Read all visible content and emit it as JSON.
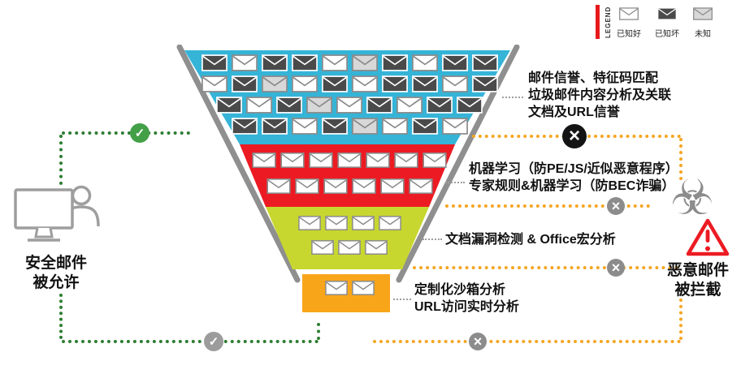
{
  "legend": {
    "title": "LEGEND",
    "items": [
      {
        "label": "已知好",
        "type": "good"
      },
      {
        "label": "已知坏",
        "type": "bad"
      },
      {
        "label": "未知",
        "type": "unknown"
      }
    ]
  },
  "markers": {
    "check": "✓",
    "cross": "×"
  },
  "icons": {
    "biohazard": "☣"
  },
  "colors": {
    "cyan": "#35b4d7",
    "red": "#ec1b23",
    "lime": "#c7d730",
    "orange": "#f9a51a",
    "envelope_good": "#ffffff",
    "envelope_bad": "#4a4a4a",
    "envelope_unknown": "#d8d8d8",
    "green_path": "#2e7d32",
    "orange_path": "#f5a623",
    "check_green": "#43a047",
    "check_gray": "#9c9c9c",
    "cross_gray": "#8c8c8c",
    "cross_black": "#141414",
    "legend_bar": "#e8191c",
    "wall_gray": "#8f8f8f",
    "icon_gray": "#8c8c8c"
  },
  "funnel": {
    "layers": [
      {
        "id": "reputation",
        "color_key": "cyan",
        "env_size": 32,
        "rows": [
          [
            "bad",
            "good",
            "bad",
            "bad",
            "good",
            "unknown",
            "bad",
            "good",
            "bad",
            "bad"
          ],
          [
            "good",
            "bad",
            "unknown",
            "good",
            "bad",
            "good",
            "bad",
            "bad",
            "good",
            "bad"
          ],
          [
            "bad",
            "good",
            "bad",
            "unknown",
            "good",
            "bad",
            "good",
            "bad",
            "bad"
          ],
          [
            "bad",
            "bad",
            "good",
            "bad",
            "unknown",
            "good",
            "bad",
            "good"
          ]
        ]
      },
      {
        "id": "machine-learning",
        "color_key": "red",
        "env_size": 30,
        "rows": [
          [
            "good",
            "good",
            "good",
            "good",
            "good",
            "good",
            "good"
          ],
          [
            "good",
            "good",
            "good",
            "good",
            "good",
            "good"
          ]
        ]
      },
      {
        "id": "doc-exploit",
        "color_key": "lime",
        "env_size": 28,
        "rows": [
          [
            "good",
            "good",
            "good",
            "good"
          ],
          [
            "good",
            "good",
            "good"
          ]
        ]
      },
      {
        "id": "sandbox",
        "color_key": "orange",
        "env_size": 28,
        "rows": [
          [
            "good",
            "good"
          ]
        ]
      }
    ]
  },
  "annotations": [
    {
      "text": "邮件信誉、特征码匹配\n垃圾邮件内容分析及关联\n文档及URL信誉"
    },
    {
      "text": "机器学习（防PE/JS/近似恶意程序）\n专家规则&机器学习（防BEC诈骗）"
    },
    {
      "text": "文档漏洞检测 & Office宏分析"
    },
    {
      "text": "定制化沙箱分析\nURL访问实时分析"
    }
  ],
  "left_result": {
    "text": "安全邮件\n被允许"
  },
  "right_result": {
    "text": "恶意邮件\n被拦截"
  }
}
